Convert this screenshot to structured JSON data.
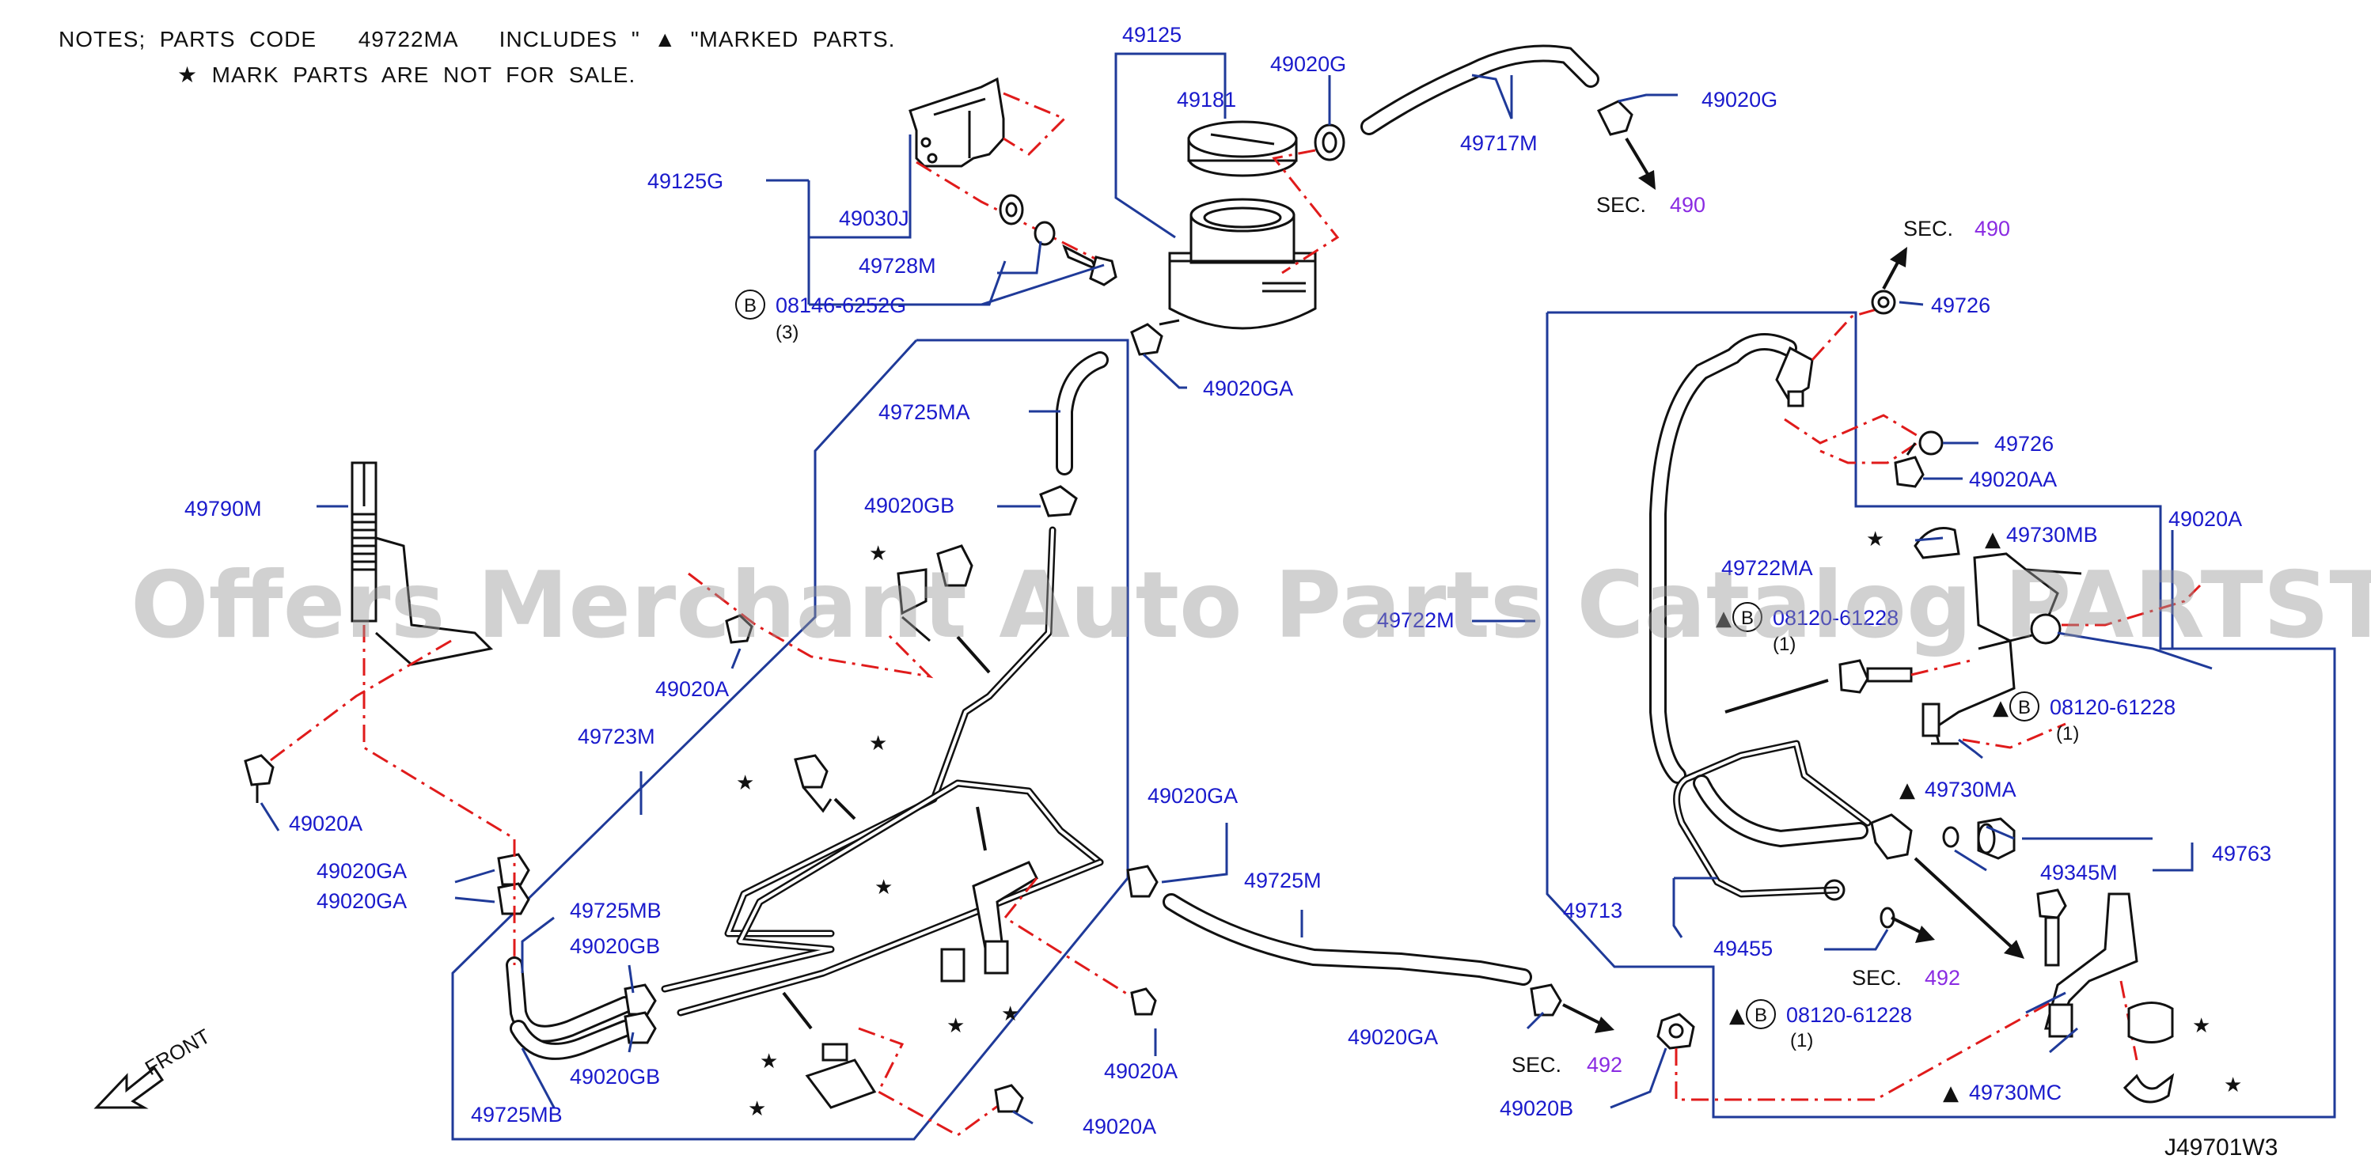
{
  "notes": {
    "line1": "NOTES;  PARTS  CODE      49722MA      INCLUDES  \"  ▲  \"MARKED  PARTS.",
    "line2": "★  MARK  PARTS  ARE  NOT  FOR  SALE."
  },
  "watermark": "Offers Merchant Auto Parts Catalog PARTSTORE.SA",
  "diagram_code": "J49701W3",
  "front_label": "FRONT",
  "labels": {
    "p49125": "49125",
    "p49181": "49181",
    "p49020G_top": "49020G",
    "p49717M": "49717M",
    "p49020G_right": "49020G",
    "p49125G": "49125G",
    "p49030J": "49030J",
    "p49728M": "49728M",
    "p08146": "08146-6252G",
    "p08146_qty": "(3)",
    "p49020GA_tank": "49020GA",
    "p49725MA": "49725MA",
    "p49020GB_mid": "49020GB",
    "p49790M": "49790M",
    "p49020A_left": "49020A",
    "p49723M": "49723M",
    "p49020A_bolt": "49020A",
    "p49020GA_l1": "49020GA",
    "p49020GA_l2": "49020GA",
    "p49725MB_top": "49725MB",
    "p49020GB_a": "49020GB",
    "p49020GB_b": "49020GB",
    "p49725MB_bot": "49725MB",
    "p49020GA_mid": "49020GA",
    "p49725M": "49725M",
    "p49020A_mid": "49020A",
    "p49020A_bot": "49020A",
    "p49020GA_bot": "49020GA",
    "p49020B": "49020B",
    "p49726_top": "49726",
    "p49726_mid": "49726",
    "p49020AA": "49020AA",
    "p49730MB": "49730MB",
    "p49020A_right": "49020A",
    "p49722MA": "49722MA",
    "p49722M": "49722M",
    "p08120_a": "08120-61228",
    "p08120_a_qty": "(1)",
    "p08120_b": "08120-61228",
    "p08120_b_qty": "(1)",
    "p49730MA": "49730MA",
    "p49763": "49763",
    "p49345M": "49345M",
    "p49713": "49713",
    "p49455": "49455",
    "p08120_c": "08120-61228",
    "p08120_c_qty": "(1)",
    "p49730MC": "49730MC"
  },
  "sections": {
    "sec_text": "SEC.",
    "s490_a": "490",
    "s490_b": "490",
    "s492_a": "492",
    "s492_b": "492"
  },
  "marks": {
    "star": "★",
    "triangle": "▲",
    "circle_b": "B"
  },
  "colors": {
    "label_blue": "#1a1acc",
    "leader_blue": "#1f3a99",
    "dash_red": "#e01b1b",
    "section_purple": "#8a2be2"
  }
}
